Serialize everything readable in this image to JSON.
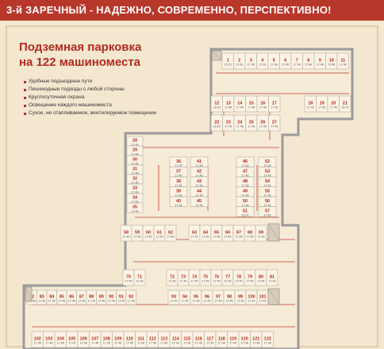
{
  "header": {
    "text": "3-й ЗАРЕЧНЫЙ - НАДЕЖНО, СОВРЕМЕННО, ПЕРСПЕКТИВНО!"
  },
  "title": {
    "line1": "Подземная парковка",
    "line2": "на 122 машиноместа"
  },
  "features": [
    "Удобные подъездные пути",
    "Пешеходные подходы с любой стороны",
    "Круглосуточная охрана",
    "Освещение каждого машиноместа",
    "Сухое, не отапливаемое, вентилируемое помещение"
  ],
  "colors": {
    "header": "#b8372b",
    "title": "#b22a20",
    "background": "#f4e7cf",
    "floor": "#f6ebd6",
    "wall": "#9a9a9a",
    "arrow": "#c0392b"
  },
  "spots": [
    {
      "n": "1",
      "a": "15.79"
    },
    {
      "n": "2",
      "a": "17.08"
    },
    {
      "n": "3",
      "a": "17.46"
    },
    {
      "n": "4",
      "a": "17.46"
    },
    {
      "n": "5",
      "a": "17.46"
    },
    {
      "n": "6",
      "a": "17.46"
    },
    {
      "n": "7",
      "a": "17.46"
    },
    {
      "n": "8",
      "a": "17.46"
    },
    {
      "n": "9",
      "a": "17.46"
    },
    {
      "n": "10",
      "a": "17.46"
    },
    {
      "n": "11",
      "a": "17.46"
    },
    {
      "n": "12",
      "a": "18.03"
    },
    {
      "n": "13",
      "a": "17.46"
    },
    {
      "n": "14",
      "a": "17.46"
    },
    {
      "n": "15",
      "a": "17.46"
    },
    {
      "n": "16",
      "a": "17.46"
    },
    {
      "n": "17",
      "a": "17.46"
    },
    {
      "n": "18",
      "a": "17.46"
    },
    {
      "n": "19",
      "a": "17.46"
    },
    {
      "n": "20",
      "a": "17.46"
    },
    {
      "n": "21",
      "a": "15.79"
    },
    {
      "n": "22",
      "a": "16.65"
    },
    {
      "n": "23",
      "a": "17.46"
    },
    {
      "n": "24",
      "a": "17.46"
    },
    {
      "n": "25",
      "a": "17.46"
    },
    {
      "n": "26",
      "a": "17.46"
    },
    {
      "n": "27",
      "a": "17.46"
    },
    {
      "n": "28",
      "a": "17.46"
    },
    {
      "n": "29",
      "a": "17.46"
    },
    {
      "n": "30",
      "a": "17.46"
    },
    {
      "n": "31",
      "a": "17.46"
    },
    {
      "n": "32",
      "a": "17.46"
    },
    {
      "n": "33",
      "a": "17.46"
    },
    {
      "n": "34",
      "a": "17.46"
    },
    {
      "n": "35",
      "a": "17.46"
    },
    {
      "n": "36",
      "a": "17.70"
    },
    {
      "n": "37",
      "a": "17.46"
    },
    {
      "n": "38",
      "a": "17.46"
    },
    {
      "n": "39",
      "a": "17.46"
    },
    {
      "n": "40",
      "a": "17.46"
    },
    {
      "n": "41",
      "a": "17.46"
    },
    {
      "n": "42",
      "a": "17.46"
    },
    {
      "n": "43",
      "a": "17.46"
    },
    {
      "n": "44",
      "a": "17.46"
    },
    {
      "n": "45",
      "a": "17.46"
    },
    {
      "n": "46",
      "a": "17.46"
    },
    {
      "n": "47",
      "a": "17.46"
    },
    {
      "n": "48",
      "a": "17.46"
    },
    {
      "n": "49",
      "a": "17.46"
    },
    {
      "n": "50",
      "a": "17.46"
    },
    {
      "n": "51",
      "a": "15.97"
    },
    {
      "n": "52",
      "a": "17.46"
    },
    {
      "n": "53",
      "a": "17.46"
    },
    {
      "n": "54",
      "a": "17.46"
    },
    {
      "n": "55",
      "a": "17.46"
    },
    {
      "n": "56",
      "a": "17.46"
    },
    {
      "n": "57",
      "a": "17.46"
    },
    {
      "n": "58",
      "a": "17.46"
    },
    {
      "n": "59",
      "a": "17.46"
    },
    {
      "n": "60",
      "a": "17.46"
    },
    {
      "n": "61",
      "a": "17.46"
    },
    {
      "n": "62",
      "a": "17.46"
    },
    {
      "n": "63",
      "a": "17.46"
    },
    {
      "n": "64",
      "a": "17.46"
    },
    {
      "n": "65",
      "a": "17.46"
    },
    {
      "n": "66",
      "a": "17.46"
    },
    {
      "n": "67",
      "a": "17.46"
    },
    {
      "n": "68",
      "a": "17.46"
    },
    {
      "n": "69",
      "a": "17.46"
    },
    {
      "n": "70",
      "a": "17.46"
    },
    {
      "n": "71",
      "a": "17.46"
    },
    {
      "n": "72",
      "a": "17.46"
    },
    {
      "n": "73",
      "a": "17.46"
    },
    {
      "n": "74",
      "a": "17.46"
    },
    {
      "n": "75",
      "a": "17.46"
    },
    {
      "n": "76",
      "a": "17.46"
    },
    {
      "n": "77",
      "a": "17.46"
    },
    {
      "n": "78",
      "a": "17.46"
    },
    {
      "n": "79",
      "a": "17.46"
    },
    {
      "n": "80",
      "a": "17.46"
    },
    {
      "n": "81",
      "a": "17.46"
    },
    {
      "n": "82",
      "a": "15.58"
    },
    {
      "n": "83",
      "a": "17.46"
    },
    {
      "n": "84",
      "a": "17.46"
    },
    {
      "n": "85",
      "a": "17.46"
    },
    {
      "n": "86",
      "a": "17.46"
    },
    {
      "n": "87",
      "a": "17.46"
    },
    {
      "n": "88",
      "a": "17.46"
    },
    {
      "n": "89",
      "a": "17.46"
    },
    {
      "n": "90",
      "a": "17.46"
    },
    {
      "n": "91",
      "a": "17.46"
    },
    {
      "n": "92",
      "a": "17.46"
    },
    {
      "n": "93",
      "a": "17.46"
    },
    {
      "n": "94",
      "a": "17.46"
    },
    {
      "n": "95",
      "a": "17.46"
    },
    {
      "n": "96",
      "a": "17.46"
    },
    {
      "n": "97",
      "a": "17.46"
    },
    {
      "n": "98",
      "a": "17.46"
    },
    {
      "n": "99",
      "a": "17.46"
    },
    {
      "n": "100",
      "a": "17.46"
    },
    {
      "n": "101",
      "a": "17.46"
    },
    {
      "n": "102",
      "a": "17.46"
    },
    {
      "n": "103",
      "a": "17.46"
    },
    {
      "n": "104",
      "a": "17.46"
    },
    {
      "n": "105",
      "a": "17.46"
    },
    {
      "n": "106",
      "a": "17.46"
    },
    {
      "n": "107",
      "a": "17.46"
    },
    {
      "n": "108",
      "a": "17.46"
    },
    {
      "n": "109",
      "a": "17.46"
    },
    {
      "n": "110",
      "a": "17.46"
    },
    {
      "n": "111",
      "a": "17.46"
    },
    {
      "n": "112",
      "a": "17.46"
    },
    {
      "n": "113",
      "a": "17.46"
    },
    {
      "n": "114",
      "a": "17.46"
    },
    {
      "n": "115",
      "a": "17.46"
    },
    {
      "n": "116",
      "a": "17.46"
    },
    {
      "n": "117",
      "a": "17.46"
    },
    {
      "n": "118",
      "a": "17.46"
    },
    {
      "n": "119",
      "a": "17.46"
    },
    {
      "n": "120",
      "a": "17.46"
    },
    {
      "n": "121",
      "a": "17.46"
    },
    {
      "n": "122",
      "a": "17.46"
    }
  ]
}
